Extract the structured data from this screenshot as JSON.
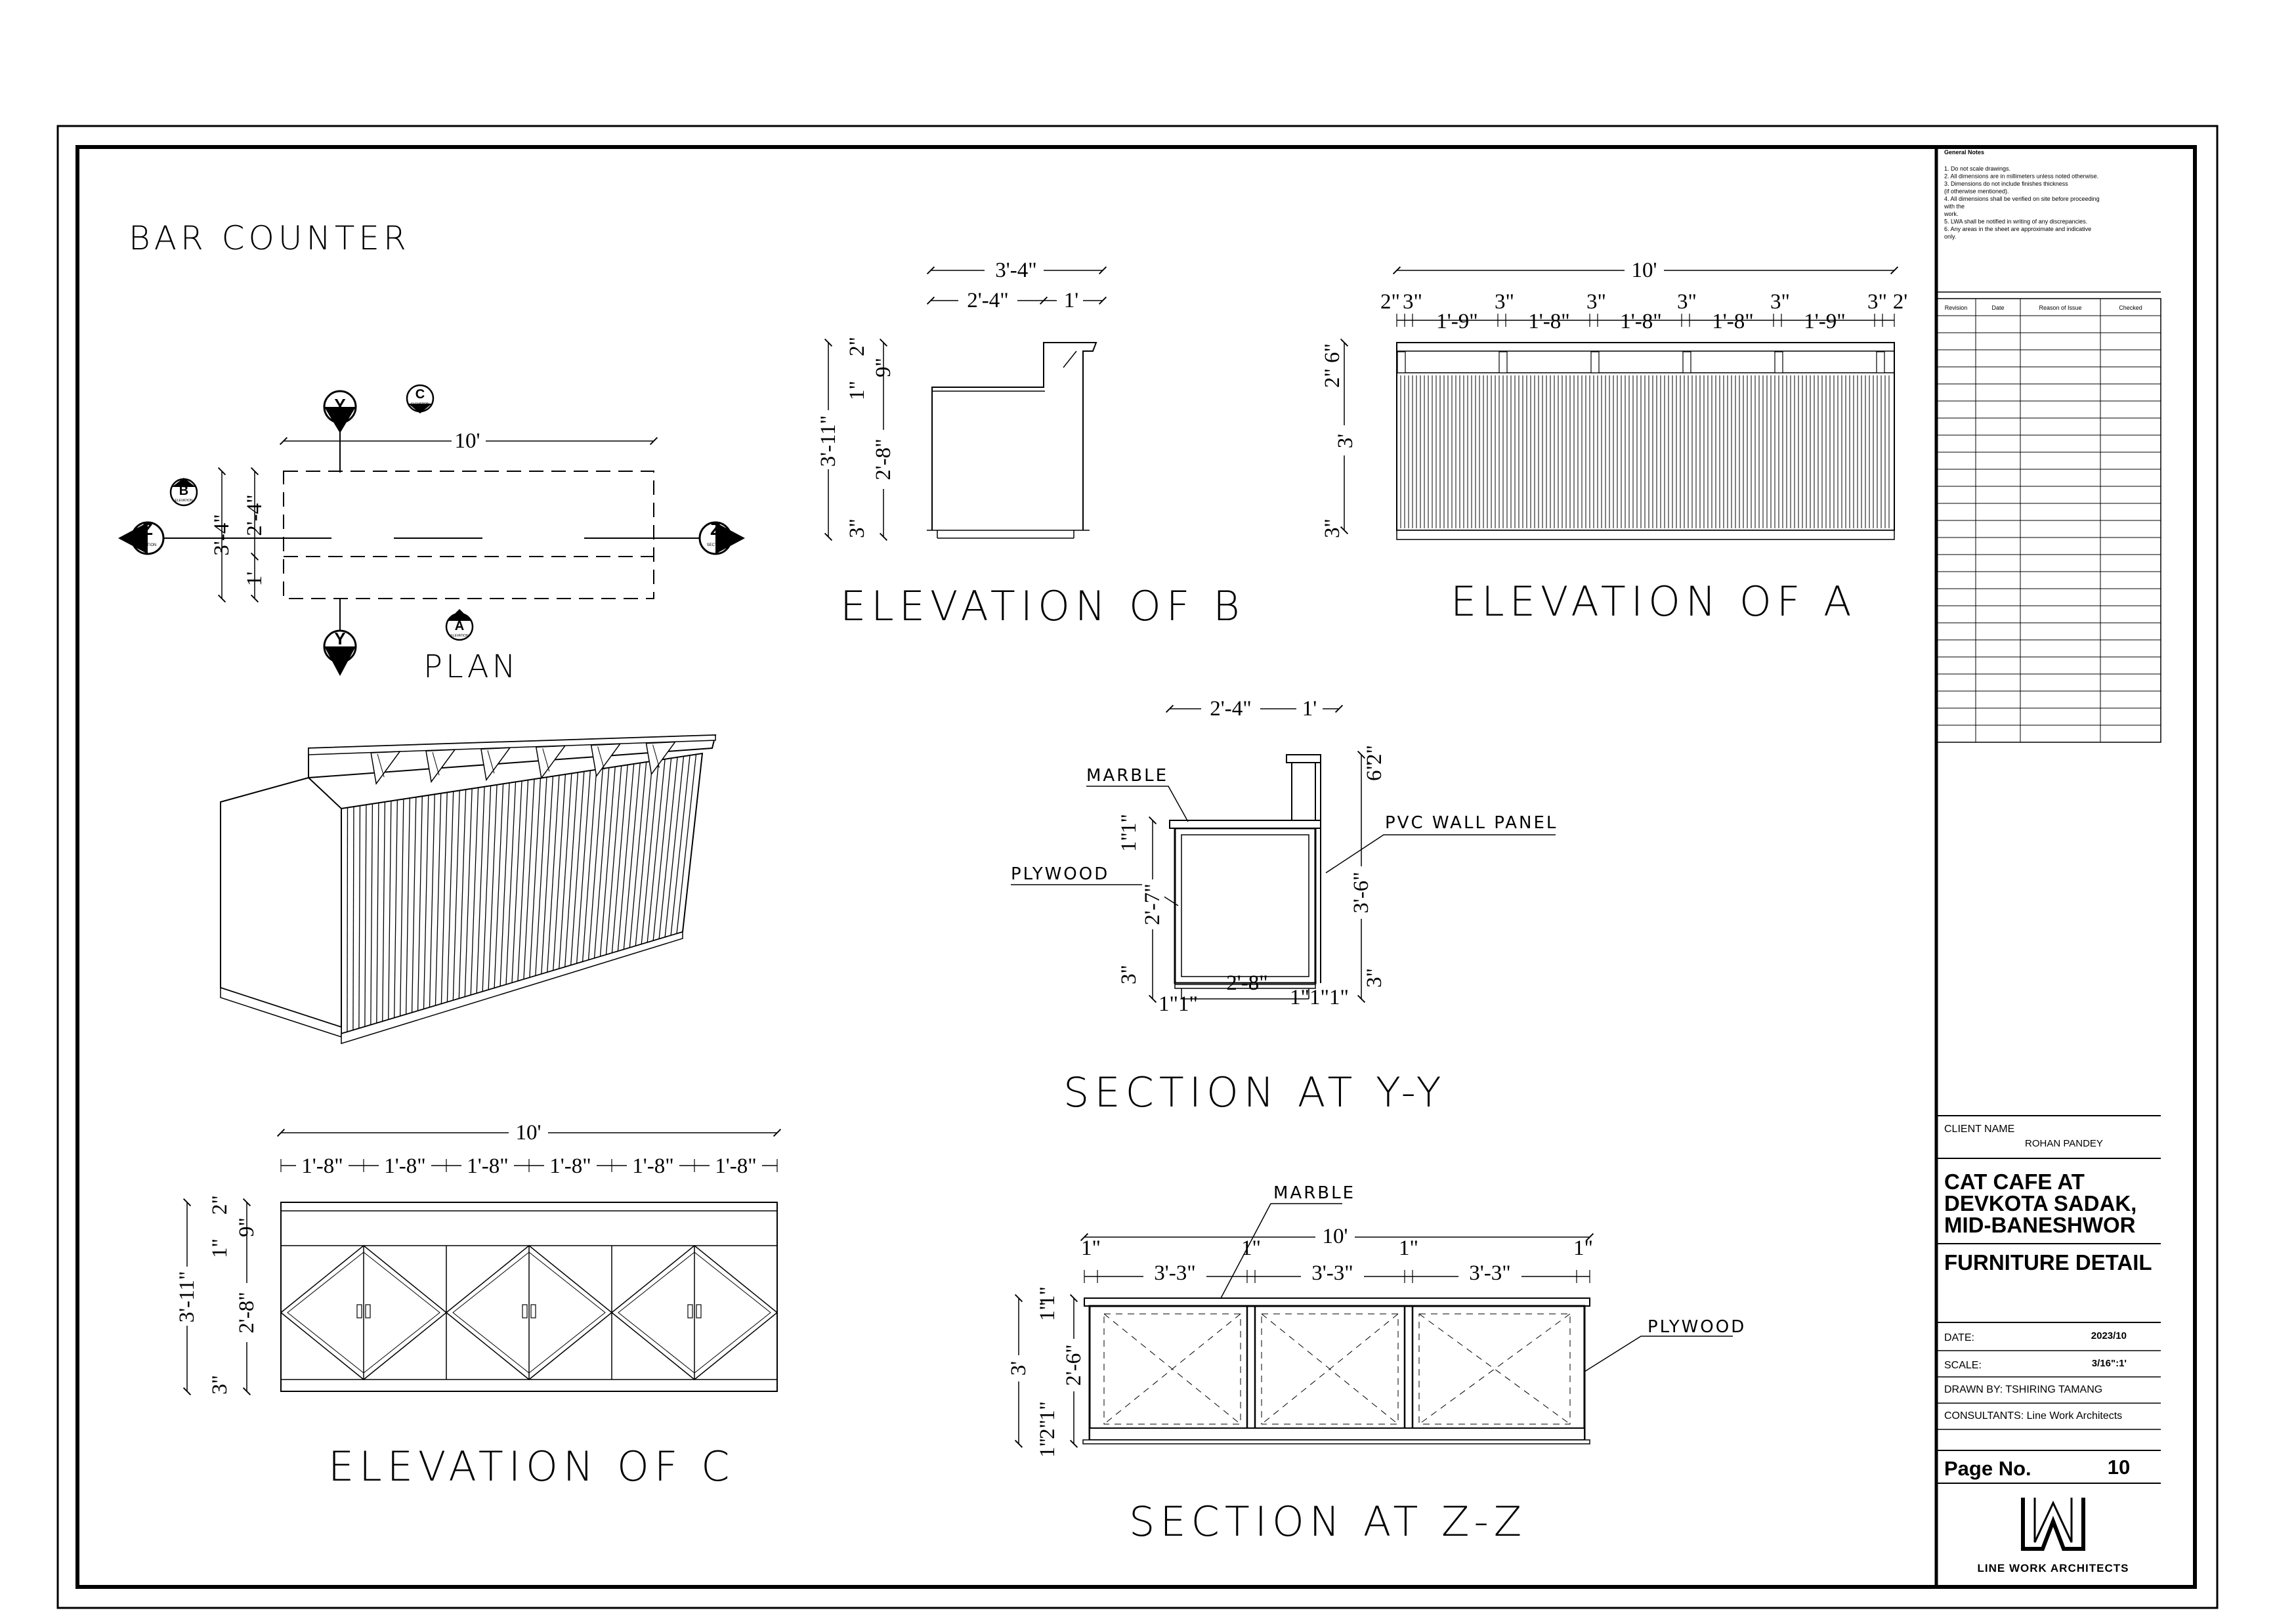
{
  "sheet_title": "BAR COUNTER",
  "plan": {
    "title": "PLAN",
    "dim_top": "10'",
    "dim_left_outer": "3'-4\"",
    "dim_left_inner": "2'-4\"",
    "dim_left_small": "1'",
    "tag_y": "Y",
    "tag_z": "Z",
    "tag_a": "A",
    "tag_b": "B",
    "tag_c": "C",
    "tag_section_sub": "SECTION",
    "tag_elev_sub": "ELEVATION"
  },
  "elev_b": {
    "title": "ELEVATION OF B",
    "dim_top_outer": "3'-4\"",
    "dim_top_a": "2'-4\"",
    "dim_top_b": "1'",
    "dim_left_total": "3'-11\"",
    "dim_left_1": "2\"",
    "dim_left_2": "9\"",
    "dim_left_3": "1\"",
    "dim_left_4": "2'-8\"",
    "dim_left_5": "3\""
  },
  "elev_a": {
    "title": "ELEVATION OF A",
    "dim_top": "10'",
    "segments": [
      "2\"",
      "3\"",
      "1'-9\"",
      "3\"",
      "1'-8\"",
      "3\"",
      "1'-8\"",
      "3\"",
      "1'-8\"",
      "3\"",
      "1'-9\"",
      "3\"",
      "2'"
    ],
    "dim_left_1": "6\"",
    "dim_left_2": "2\"",
    "dim_left_3": "3'",
    "dim_left_4": "3\""
  },
  "section_yy": {
    "title": "SECTION AT Y-Y",
    "dim_top_a": "2'-4\"",
    "dim_top_b": "1'",
    "label_marble": "MARBLE",
    "label_plywood": "PLYWOOD",
    "label_pvc": "PVC WALL PANEL",
    "dim_right_1": "6\"",
    "dim_right_2": "2\"",
    "dim_right_3": "3'-6\"",
    "dim_right_4": "3\"",
    "dim_left_1": "1\"",
    "dim_left_2": "1\"",
    "dim_left_3": "2'-7\"",
    "dim_left_4": "3\"",
    "dim_bottom_mid": "2'-8\"",
    "dim_bottom_left": "1\"1\"",
    "dim_bottom_right": "1\"1\"1\""
  },
  "elev_c": {
    "title": "ELEVATION OF C",
    "dim_top": "10'",
    "segments": [
      "1'-8\"",
      "1'-8\"",
      "1'-8\"",
      "1'-8\"",
      "1'-8\"",
      "1'-8\""
    ],
    "dim_left_total": "3'-11\"",
    "dim_left_1": "2\"",
    "dim_left_2": "9\"",
    "dim_left_3": "1\"",
    "dim_left_4": "2'-8\"",
    "dim_left_5": "3\""
  },
  "section_zz": {
    "title": "SECTION AT Z-Z",
    "label_marble": "MARBLE",
    "label_plywood": "PLYWOOD",
    "dim_top": "10'",
    "segments": [
      "1\"",
      "3'-3\"",
      "1\"",
      "3'-3\"",
      "1\"",
      "3'-3\"",
      "1\""
    ],
    "dim_left_total": "3'",
    "dim_left_1": "1\"",
    "dim_left_2": "1\"",
    "dim_left_3": "2'-6\"",
    "dim_left_4": "1\"",
    "dim_left_5": "2\"",
    "dim_left_6": "1\""
  },
  "notes": {
    "heading": "General Notes",
    "items": [
      "1. Do not scale drawings.",
      "2. All dimensions are in millimeters unless noted otherwise.",
      "3. Dimensions do not include finishes thickness",
      "   (if otherwise mentioned).",
      "4. All dimensions shall be verified on site before proceeding",
      "with the",
      "work.",
      "5. LWA shall be notified in writing of any discrepancies.",
      "6. Any areas in the sheet are approximate and indicative",
      "only."
    ]
  },
  "revision_table": {
    "headers": [
      "Revision",
      "Date",
      "Reason of Issue",
      "Checked"
    ]
  },
  "title_block": {
    "client_label": "CLIENT NAME",
    "client_name": "ROHAN PANDEY",
    "project_line1": "CAT CAFE AT",
    "project_line2": "DEVKOTA SADAK,",
    "project_line3": "MID-BANESHWOR",
    "sheet_name": "FURNITURE DETAIL",
    "date_label": "DATE:",
    "date_value": "2023/10",
    "scale_label": "SCALE:",
    "scale_value": "3/16\":1'",
    "drawn_by": "DRAWN BY: TSHIRING TAMANG",
    "consultants": "CONSULTANTS: Line Work Architects",
    "page_label": "Page No.",
    "page_value": "10",
    "firm_name": "LINE WORK ARCHITECTS"
  }
}
